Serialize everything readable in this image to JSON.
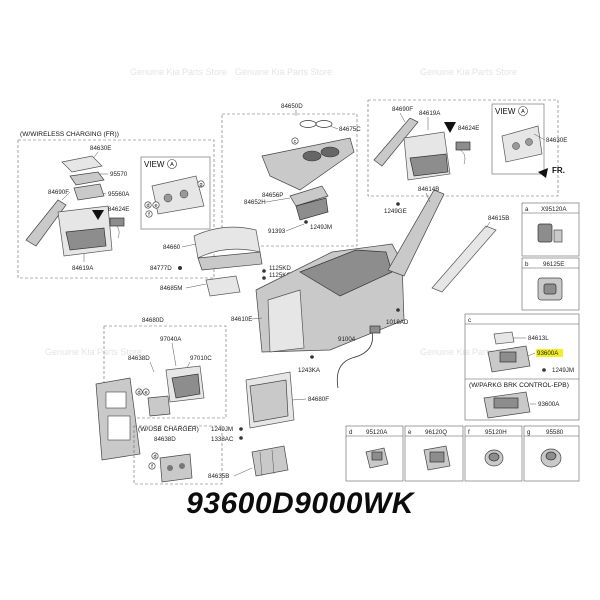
{
  "part_number": "93600D9000WK",
  "watermark": "Genuine Kia Parts Store",
  "boxes": {
    "wireless": "(W/WIRELESS CHARGING (FR))",
    "usb": "(W/USB CHARGER)",
    "epb": "(W/PARKG BRK CONTROL-EPB)"
  },
  "view_label": "VIEW",
  "view_letter": "A",
  "direction": "FR.",
  "labels": {
    "p84630E_l": "84630E",
    "p95570": "95570",
    "p84690F_l": "84690F",
    "p95560A": "95560A",
    "p84624E_l": "84624E",
    "p84619A_l": "84619A",
    "p84650D": "84650D",
    "p84675C": "84675C",
    "p84652H": "84652H",
    "p84656P": "84656P",
    "p91393": "91393",
    "p1249JM_a": "1249JM",
    "p84690F_r": "84690F",
    "p84619A_r": "84619A",
    "p84624E_r": "84624E",
    "p84630E_r": "84630E",
    "p84614B": "84614B",
    "p1249GE": "1249GE",
    "p84615B": "84615B",
    "p84660": "84660",
    "p84777D": "84777D",
    "p84685M": "84685M",
    "p1125KD": "1125KD",
    "p1125KC": "1125KC",
    "p84610E": "84610E",
    "p1018AD": "1018AD",
    "p91004": "91004",
    "p1243KA": "1243KA",
    "p84680F": "84680F",
    "p1249JM_b": "1249JM",
    "p1338AC": "1338AC",
    "p84635B": "84635B",
    "p84680D": "84680D",
    "p97040A": "97040A",
    "p84638D_a": "84638D",
    "p97010C": "97010C",
    "p84638D_b": "84638D",
    "p84613L": "84613L",
    "p93600A_a": "93600A",
    "p1249JM_c": "1249JM",
    "p93600A_b": "93600A"
  },
  "cells": {
    "a_letter": "a",
    "a_part": "X95120A",
    "b_letter": "b",
    "b_part": "96125E",
    "c_letter": "c",
    "d_letter": "d",
    "d_part": "95120A",
    "e_letter": "e",
    "e_part": "96120Q",
    "f_letter": "f",
    "f_part": "95120H",
    "g_letter": "g",
    "g_part": "95580"
  },
  "colors": {
    "highlight": "#f4ee2a",
    "line": "#555555",
    "part_fill": "#c9c9c9"
  }
}
